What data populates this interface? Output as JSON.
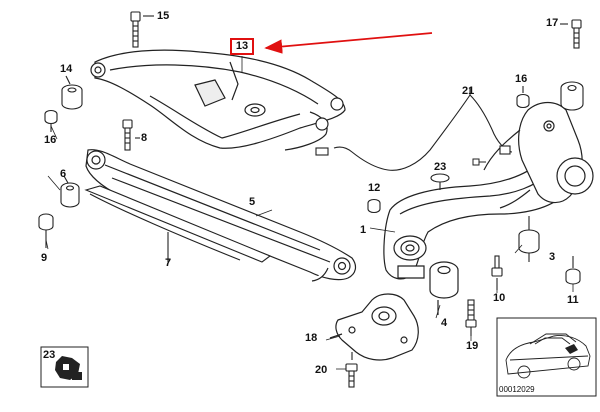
{
  "callout": {
    "label": "13",
    "color": "#e01010"
  },
  "parts": {
    "p1": "1",
    "p3": "3",
    "p4": "4",
    "p5": "5",
    "p6": "6",
    "p7": "7",
    "p8": "8",
    "p9": "9",
    "p10": "10",
    "p11": "11",
    "p12": "12",
    "p14": "14",
    "p15": "15",
    "p16a": "16",
    "p16b": "16",
    "p17": "17",
    "p18": "18",
    "p19": "19",
    "p20": "20",
    "p21": "21",
    "p23a": "23",
    "p23b": "23"
  },
  "reference_number": "00012029",
  "icons": {
    "highlight_arrow": "red-arrow-icon",
    "car_inset": "car-location-icon",
    "part_thumbnail": "bracket-part-icon"
  }
}
